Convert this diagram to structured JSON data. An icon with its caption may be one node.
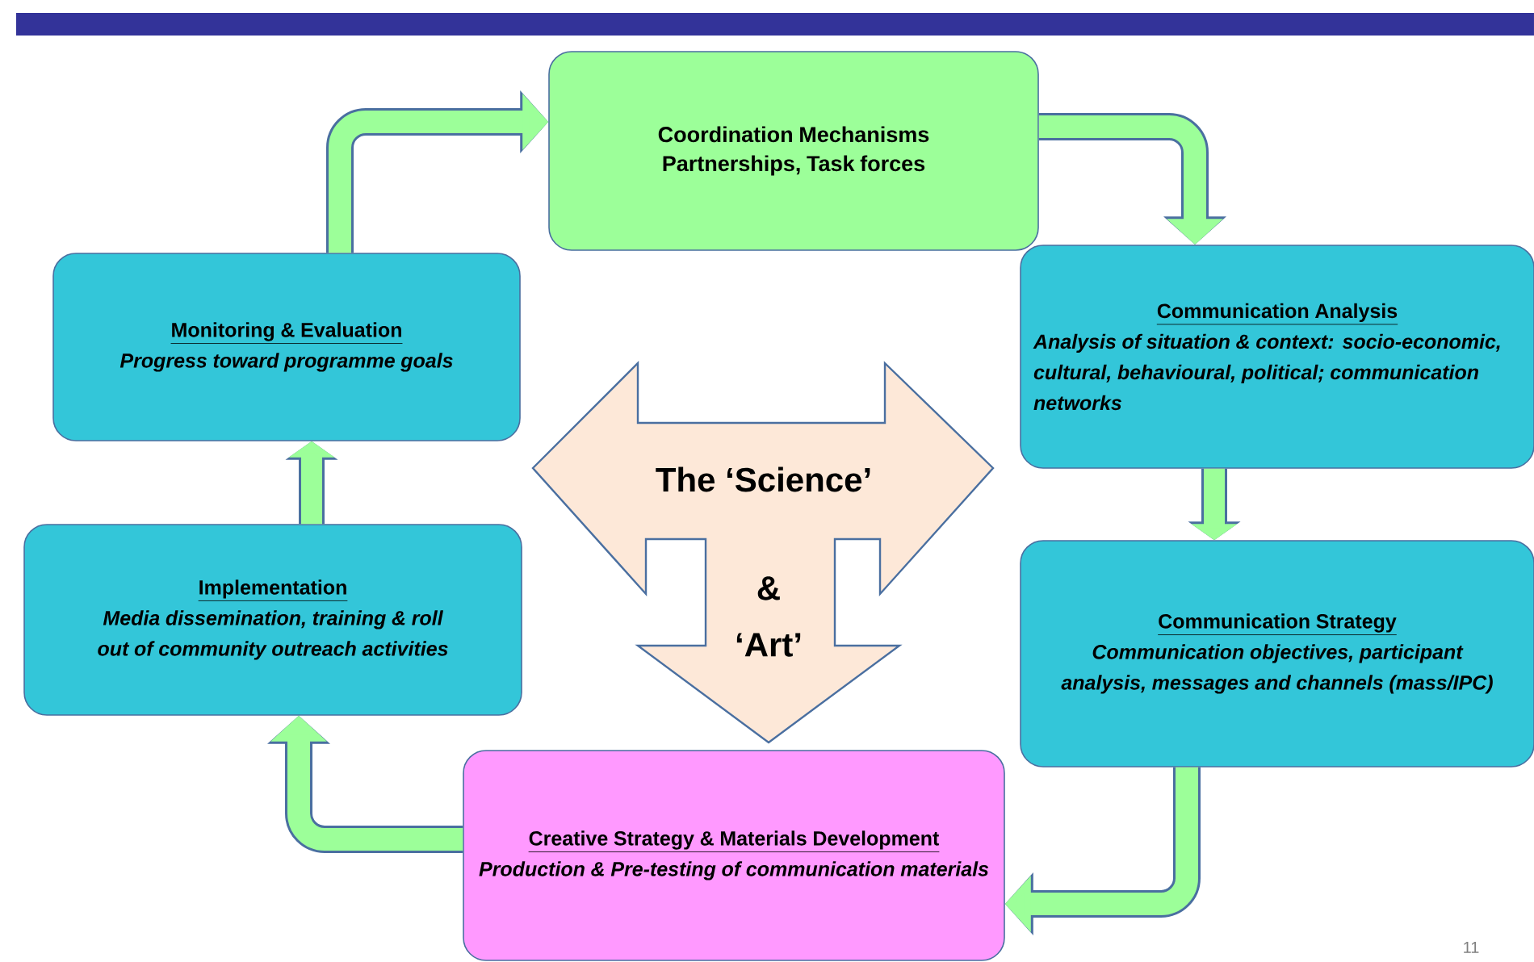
{
  "diagram": {
    "nodes": [
      {
        "text": [
          "Coordination Mechanisms",
          "Partnerships, Task forces"
        ]
      },
      {
        "text": [
          "Communication Analysis",
          "Analysis of situation & context: socio-economic, cultural, behavioural, political; communication networks"
        ]
      },
      {
        "text": [
          "Communication Strategy",
          "Communication objectives, participant analysis, messages and channels (mass/IPC)"
        ]
      },
      {
        "text": [
          "Creative Strategy & Materials Development",
          "Production & Pre-testing of communication materials"
        ]
      },
      {
        "text": [
          "Implementation",
          "Media dissemination, training & roll out of community outreach activities"
        ]
      },
      {
        "text": [
          "Monitoring & Evaluation",
          "Progress toward programme goals"
        ]
      },
      {
        "text": [
          "The ‘Science’",
          "& ‘Art’"
        ]
      }
    ],
    "edges": [
      {
        "from": 0,
        "to": 1,
        "arrow": "to"
      },
      {
        "from": 1,
        "to": 2,
        "arrow": "to"
      },
      {
        "from": 2,
        "to": 3,
        "arrow": "to"
      },
      {
        "from": 3,
        "to": 4,
        "arrow": "to"
      },
      {
        "from": 4,
        "to": 5,
        "arrow": "to"
      },
      {
        "from": 5,
        "to": 0,
        "arrow": "to"
      }
    ],
    "labels": [
      "11"
    ]
  }
}
